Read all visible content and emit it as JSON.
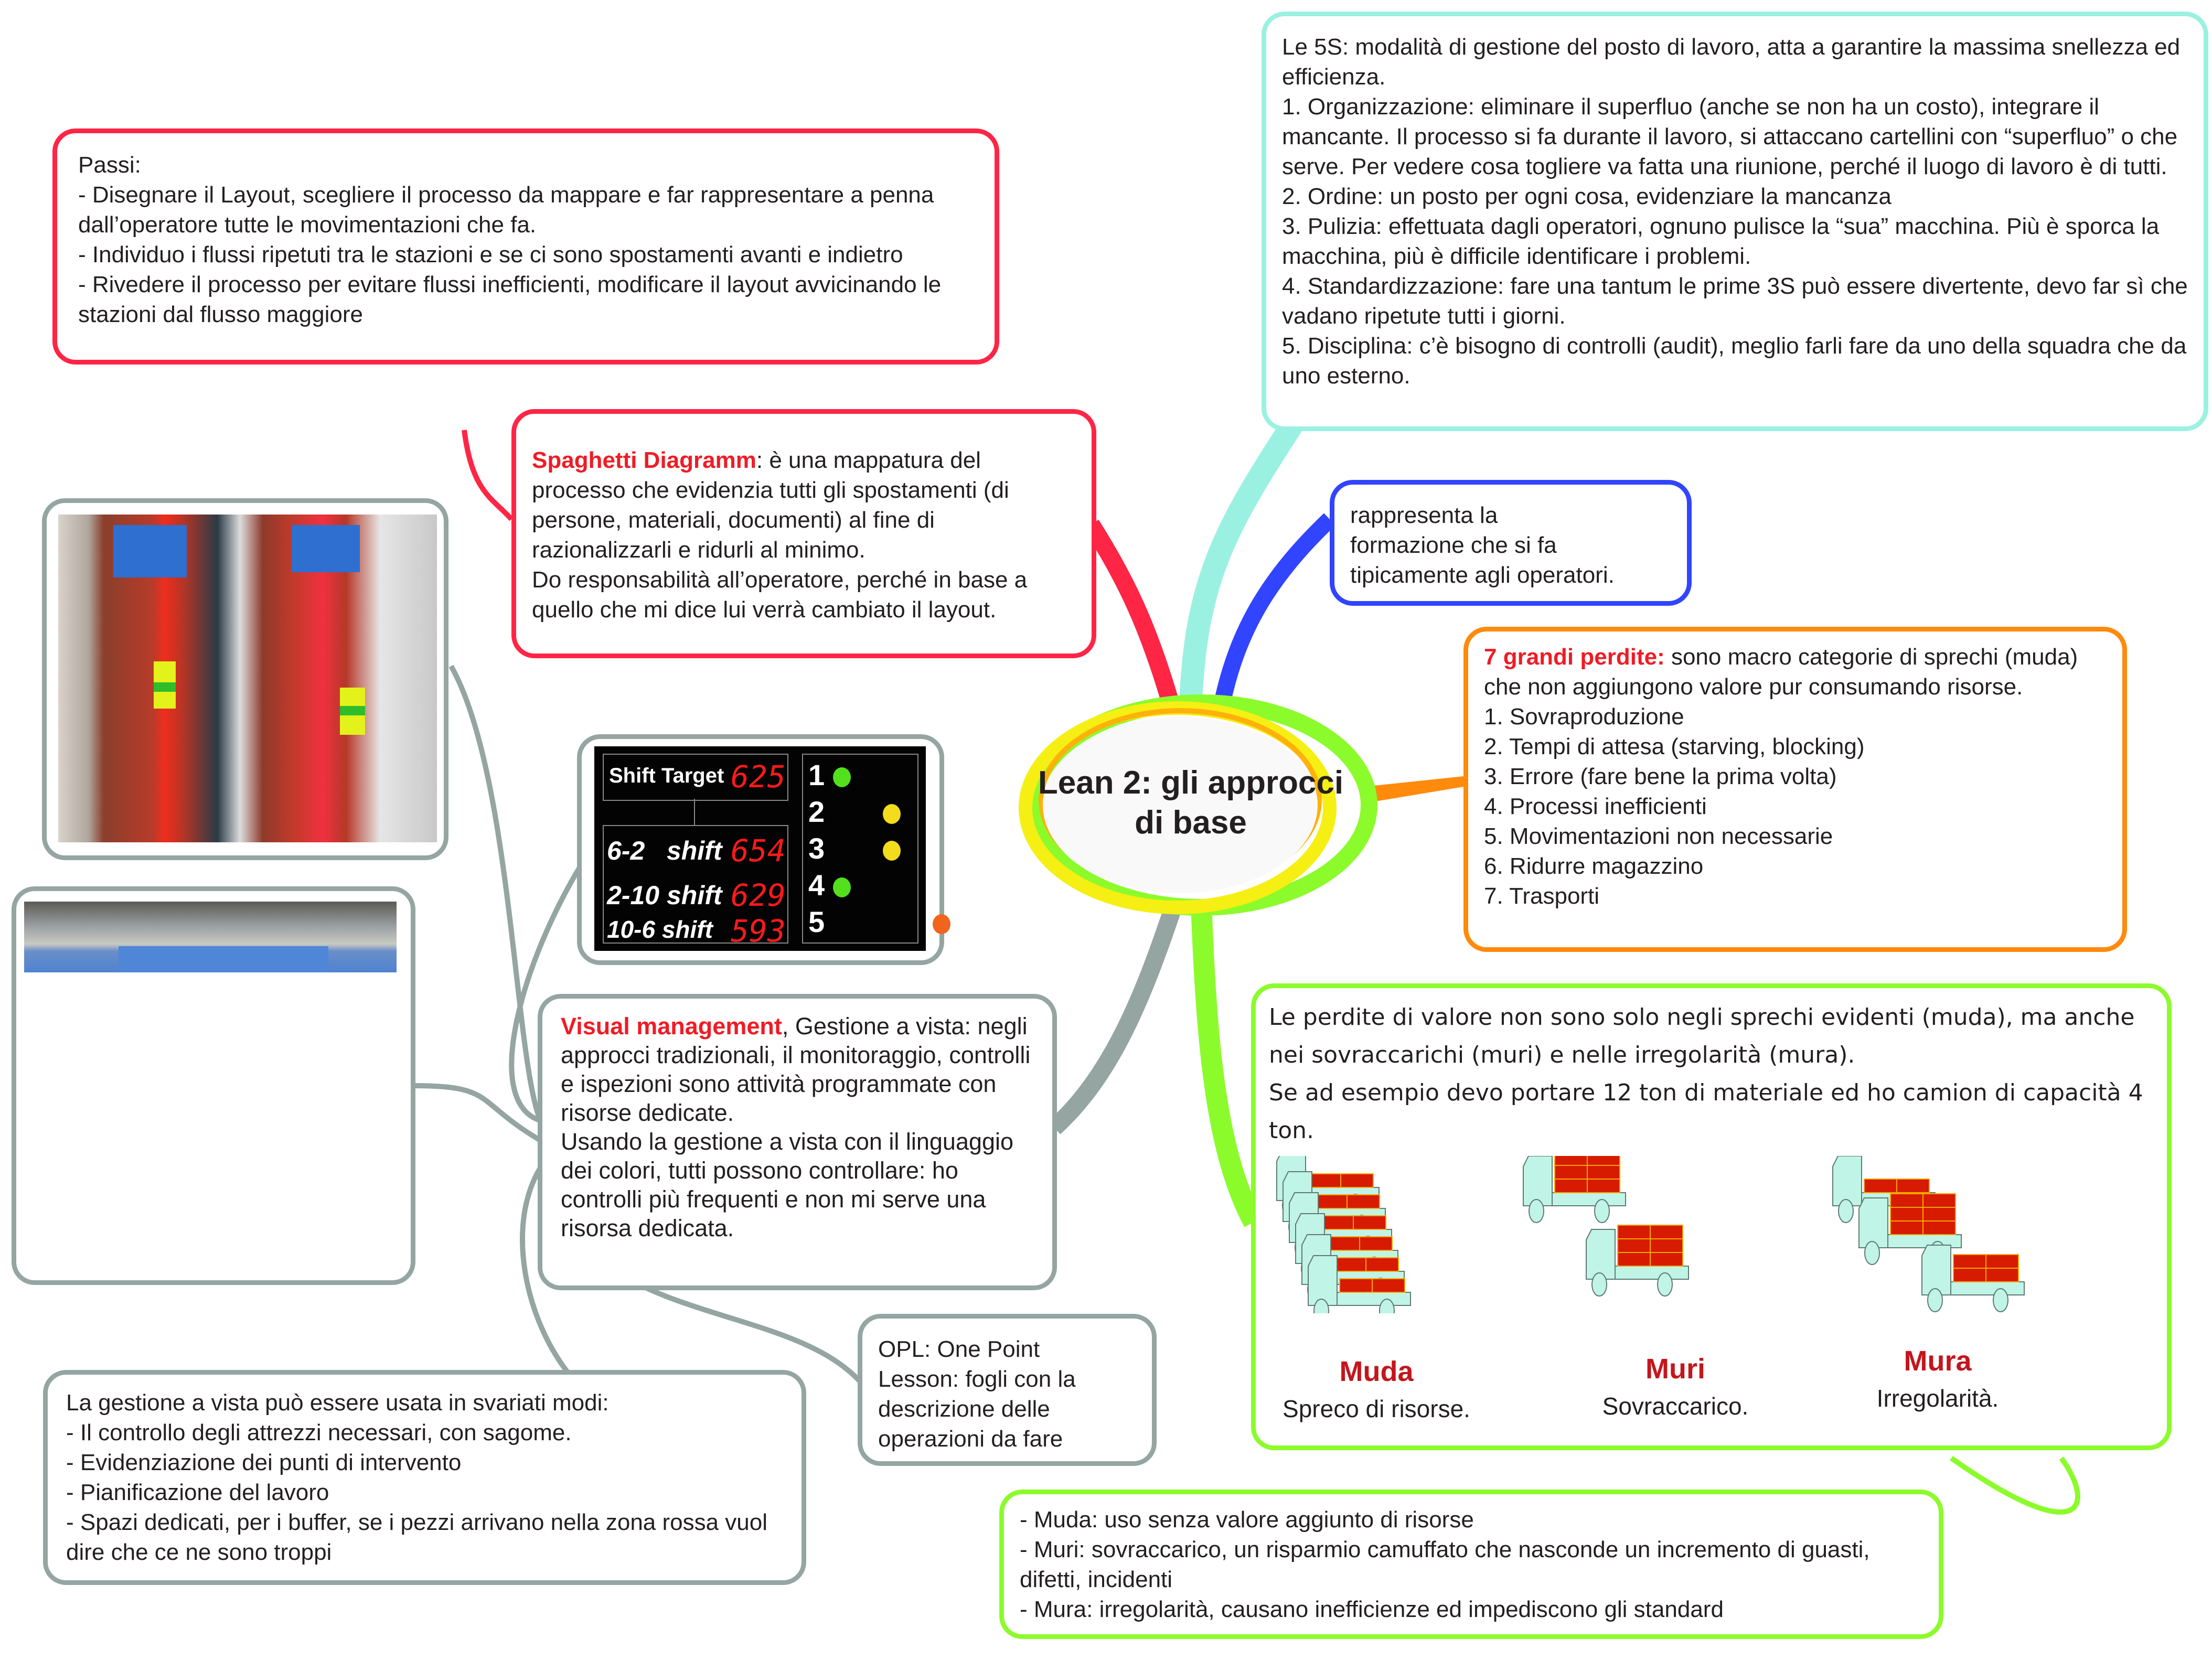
{
  "colors": {
    "red_branch": "#ff2545",
    "cyan_branch": "#9bf1e1",
    "blue_branch": "#3144ff",
    "orange_branch": "#ff8a0c",
    "lime_branch": "#8cfb2c",
    "grey_branch": "#94a5a2",
    "yellow_ring": "#f5ef13",
    "highlight_text": "#ef1c25"
  },
  "center": {
    "title": "Lean 2: gli approcci di base"
  },
  "nodes": {
    "passi": {
      "text": "Passi:\n- Disegnare il Layout, scegliere il processo da mappare e far rappresentare a penna dall’operatore tutte le movimentazioni che fa.\n- Individuo i flussi ripetuti tra le stazioni e se ci sono spostamenti avanti e indietro\n- Rivedere il processo per evitare flussi inefficienti, modificare il layout avvicinando le stazioni dal flusso maggiore"
    },
    "spaghetti": {
      "highlight": "Spaghetti Diagramm",
      "text": ": è una mappatura del processo che evidenzia tutti gli spostamenti (di persone, materiali, documenti) al fine di razionalizzarli e ridurli al minimo.\nDo responsabilità all’operatore, perché in base a quello che mi dice lui verrà cambiato il layout."
    },
    "five_s": {
      "text": "Le 5S: modalità di gestione del posto di lavoro, atta a garantire la massima snellezza ed efficienza.\n1. Organizzazione: eliminare il superfluo (anche se non ha un costo), integrare il mancante. Il processo si fa durante il lavoro, si attaccano cartellini con “superfluo” o che serve. Per vedere cosa togliere va fatta una riunione, perché il luogo di lavoro è di tutti.\n2. Ordine: un posto per ogni cosa, evidenziare la mancanza\n3. Pulizia: effettuata dagli operatori, ognuno pulisce la “sua” macchina. Più è sporca la macchina, più è difficile identificare i problemi.\n4. Standardizzazione: fare una tantum le prime 3S può essere divertente, devo far sì che vadano ripetute tutti i giorni.\n5. Disciplina: c’è bisogno di controlli (audit), meglio farli fare da uno della squadra che da uno esterno."
    },
    "formazione": {
      "text": "rappresenta la\nformazione che si fa\ntipicamente agli operatori."
    },
    "sette_perdite": {
      "highlight": "7 grandi perdite:",
      "text": " sono macro categorie di sprechi (muda) che non aggiungono valore pur consumando risorse.",
      "items": [
        "1. Sovraproduzione",
        "2. Tempi di attesa (starving, blocking)",
        "3. Errore (fare bene la prima volta)",
        "4. Processi inefficienti",
        "5. Movimentazioni non necessarie",
        "6. Ridurre magazzino",
        "7. Trasporti"
      ]
    },
    "muda_muri_mura": {
      "text": "Le perdite di valore non sono solo negli sprechi evidenti (muda), ma anche nei sovraccarichi (muri) e nelle irregolarità (mura).\nSe ad esempio devo portare 12 ton di materiale ed ho camion di capacità 4 ton.",
      "groups": [
        {
          "title": "Muda",
          "subtitle": "Spreco di risorse."
        },
        {
          "title": "Muri",
          "subtitle": "Sovraccarico."
        },
        {
          "title": "Mura",
          "subtitle": "Irregolarità."
        }
      ]
    },
    "definizioni": {
      "text": "- Muda: uso senza valore aggiunto di risorse\n- Muri: sovraccarico, un risparmio camuffato che nasconde un incremento di guasti, difetti, incidenti\n- Mura: irregolarità, causano inefficienze ed impediscono gli standard"
    },
    "visual_management": {
      "highlight": "Visual management",
      "text": ", Gestione a vista: negli approcci tradizionali, il monitoraggio, controlli e ispezioni sono attività programmate con risorse dedicate.\nUsando la gestione a vista con il linguaggio dei colori, tutti possono controllare: ho controlli più frequenti e non mi serve una risorsa dedicata."
    },
    "opl": {
      "text": "OPL: One Point\nLesson: fogli con la\ndescrizione delle\noperazioni da fare"
    },
    "usi_gestione_vista": {
      "text": "La gestione a vista può essere usata in svariati modi:\n- Il controllo degli attrezzi necessari, con sagome.\n- Evidenziazione dei punti di intervento\n- Pianificazione del lavoro\n- Spazi dedicati, per i buffer, se i pezzi arrivano nella zona rossa vuol dire che ce ne sono troppi"
    }
  },
  "shift_board": {
    "target_label": "Shift Target",
    "target_value": "625",
    "shifts": [
      {
        "label": "6-2   shift",
        "value": "654"
      },
      {
        "label": "2-10 shift",
        "value": "629"
      },
      {
        "label": "10-6 shift",
        "value": "593"
      }
    ],
    "stations": [
      {
        "number": "1",
        "status": "green"
      },
      {
        "number": "2",
        "status": "yellow"
      },
      {
        "number": "3",
        "status": "yellow"
      },
      {
        "number": "4",
        "status": "green"
      },
      {
        "number": "5",
        "status": "red"
      }
    ],
    "status_colors": {
      "green": "#52e01d",
      "yellow": "#f2dc1c",
      "red": "#f0641e"
    }
  },
  "photos": {
    "tanks": "photo of tanks with colored level indicators",
    "factory": "photo of factory floor machine"
  }
}
